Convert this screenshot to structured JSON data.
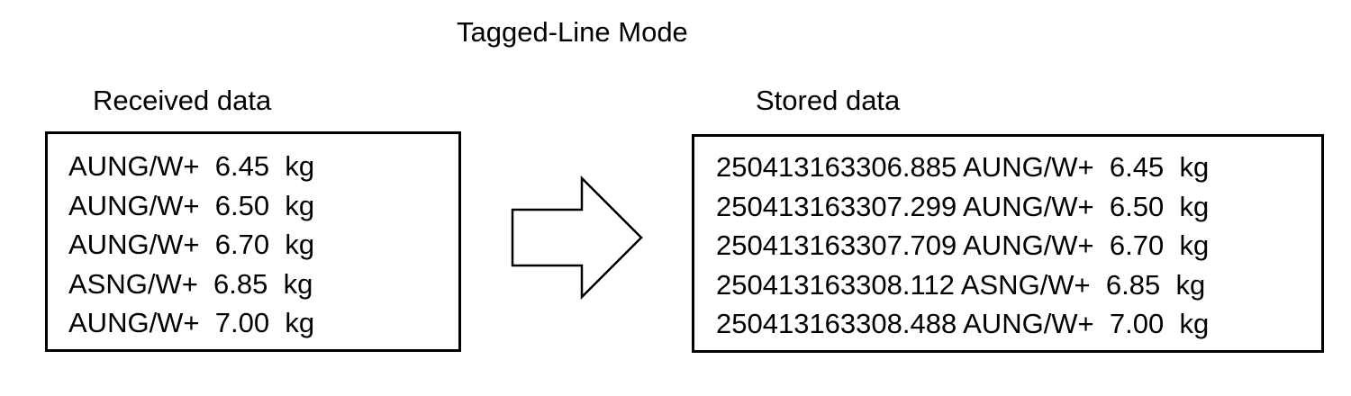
{
  "title": "Tagged-Line Mode",
  "received": {
    "label": "Received data",
    "rows": [
      "AUNG/W+  6.45  kg",
      "AUNG/W+  6.50  kg",
      "AUNG/W+  6.70  kg",
      "ASNG/W+  6.85  kg",
      "AUNG/W+  7.00  kg"
    ]
  },
  "stored": {
    "label": "Stored data",
    "rows": [
      "250413163306.885 AUNG/W+  6.45  kg",
      "250413163307.299 AUNG/W+  6.50  kg",
      "250413163307.709 AUNG/W+  6.70  kg",
      "250413163308.112 ASNG/W+  6.85  kg",
      "250413163308.488 AUNG/W+  7.00  kg"
    ]
  },
  "arrow": {
    "icon": "right-arrow-icon",
    "direction": "right"
  }
}
